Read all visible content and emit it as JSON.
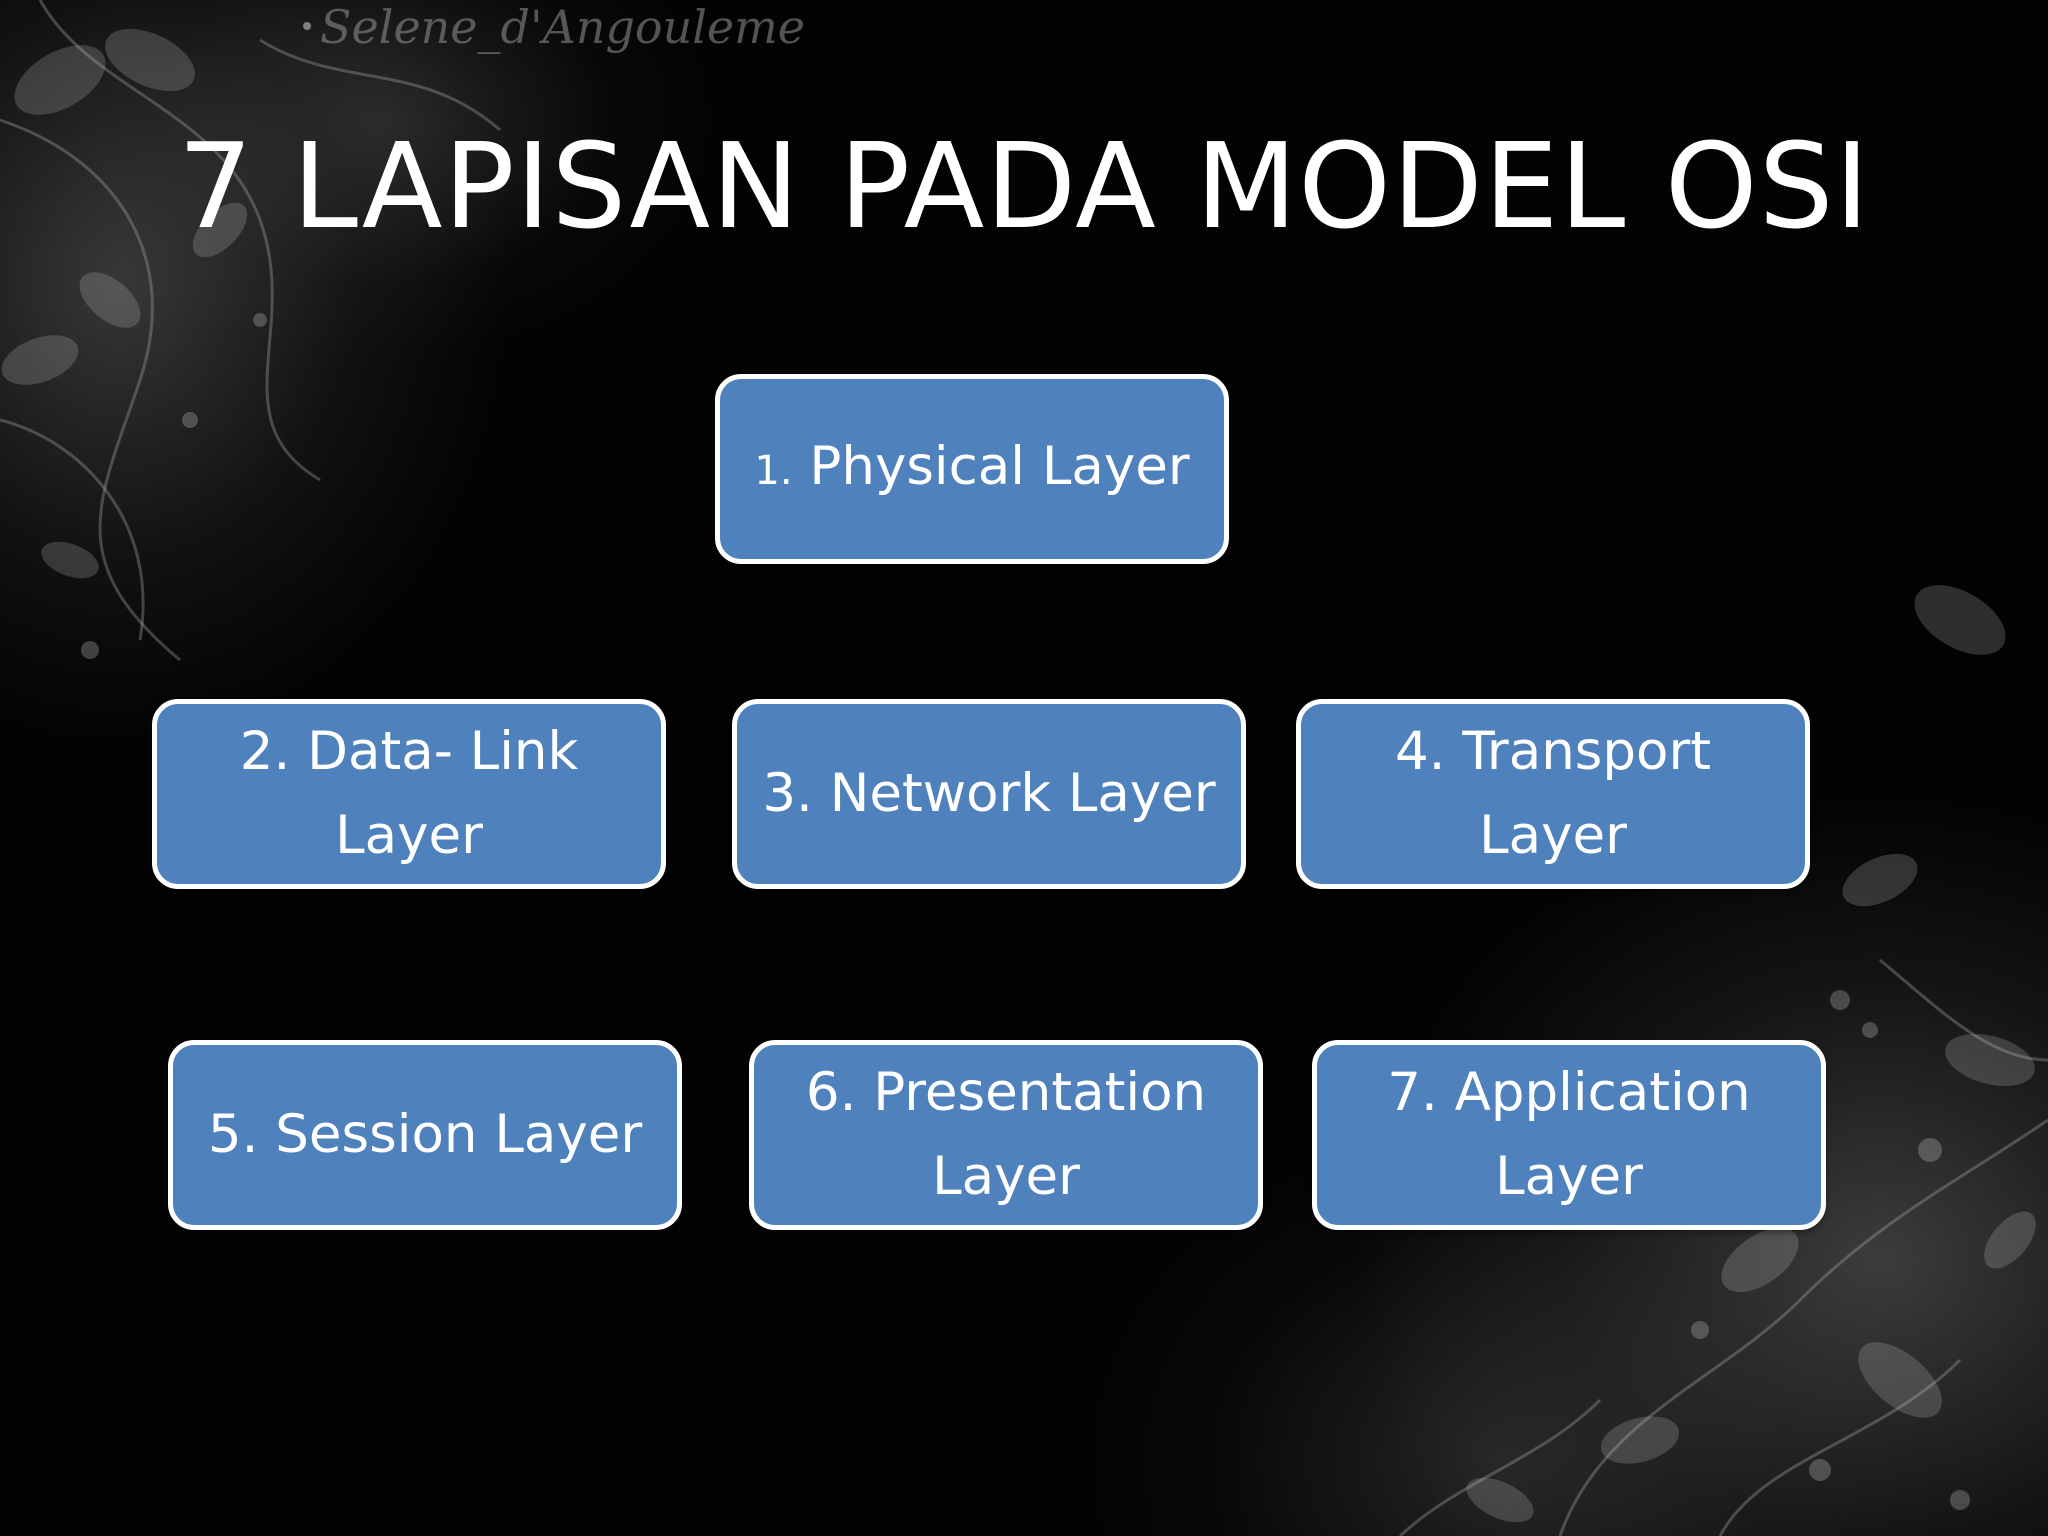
{
  "watermark": "Selene_d'Angouleme",
  "title": "7 LAPISAN PADA MODEL OSI",
  "layers": [
    {
      "number": "1.",
      "label": "Physical Layer"
    },
    {
      "text": "2. Data- Link Layer"
    },
    {
      "text": "3. Network Layer"
    },
    {
      "text": "4. Transport Layer"
    },
    {
      "text": "5. Session Layer"
    },
    {
      "text": "6. Presentation Layer"
    },
    {
      "text": "7. Application Layer"
    }
  ],
  "colors": {
    "background": "#030303",
    "box_fill": "#4f81bd",
    "box_border": "#ffffff",
    "text": "#ffffff"
  }
}
